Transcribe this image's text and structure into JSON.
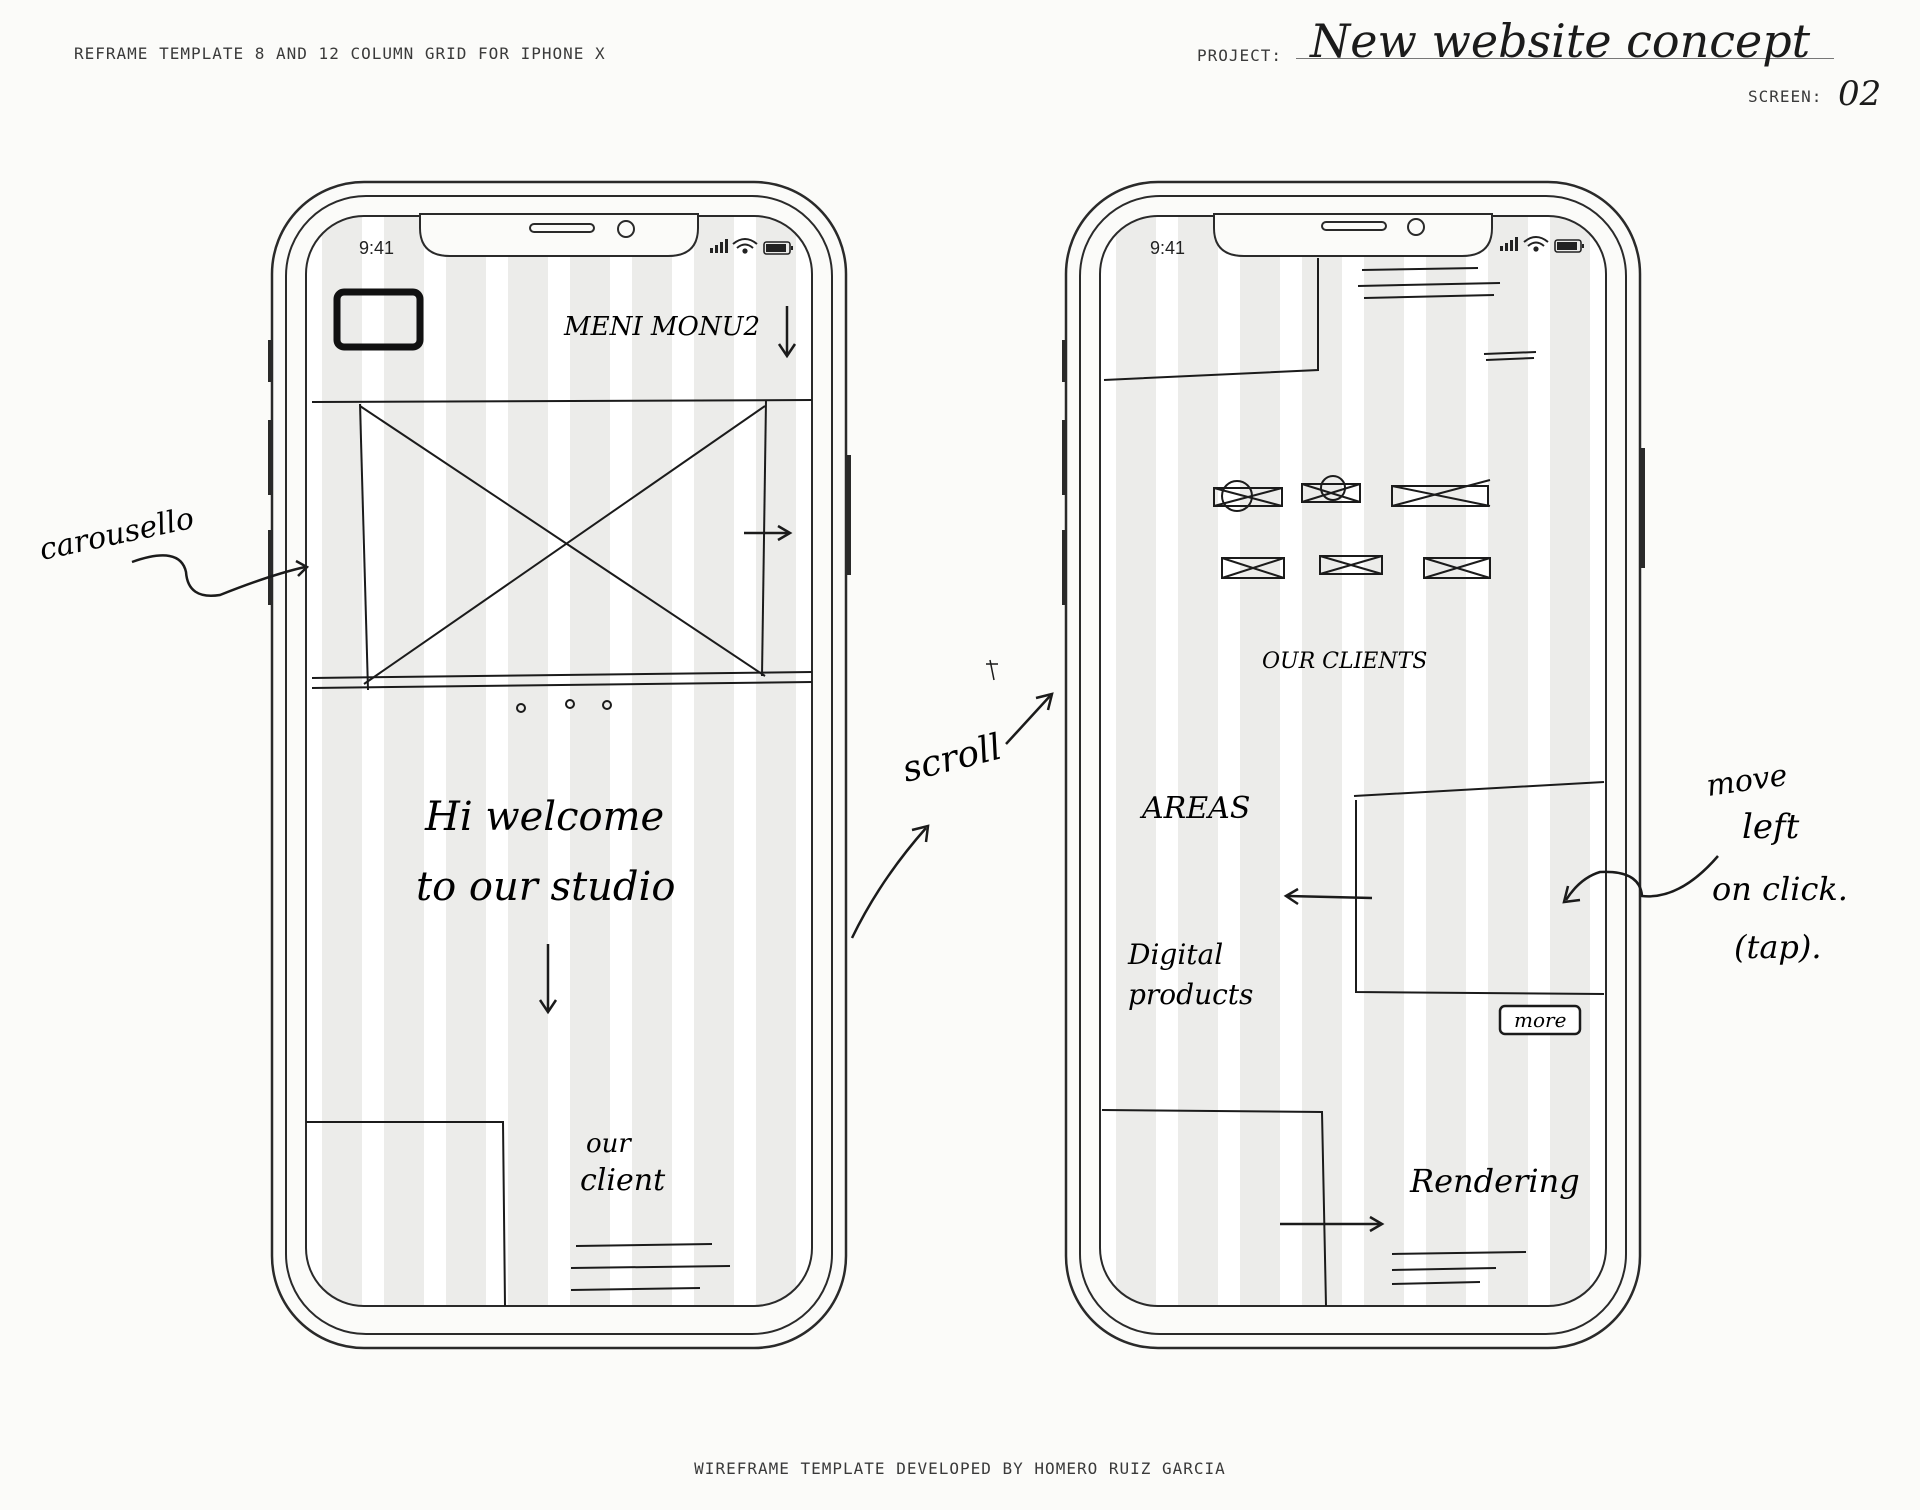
{
  "header": {
    "template_title": "REFRAME TEMPLATE 8 AND 12 COLUMN GRID FOR IPHONE X",
    "project_label": "PROJECT:",
    "project_value": "New website concept",
    "screen_label": "SCREEN:",
    "screen_value": "02"
  },
  "footer": {
    "credit": "WIREFRAME TEMPLATE DEVELOPED BY HOMERO RUIZ GARCIA"
  },
  "phone_left": {
    "status_time": "9:41",
    "menu_label": "MENI MONU2",
    "welcome_line_1": "Hi welcome",
    "welcome_line_2": "to our studio",
    "clients_line_1": "our",
    "clients_line_2": "client"
  },
  "phone_right": {
    "status_time": "9:41",
    "clients_label": "OUR CLIENTS",
    "areas_label": "AREAS",
    "digital_line_1": "Digital",
    "digital_line_2": "products",
    "more_button": "more",
    "rendering_label": "Rendering"
  },
  "annotations": {
    "carousel": "carousello",
    "scroll": "scroll",
    "move_line_1": "move",
    "move_line_2": "left",
    "move_line_3": "on click.",
    "move_line_4": "(tap)."
  },
  "colors": {
    "ink": "#1b1b1b",
    "paper": "#fbfbf9",
    "grid_column": "#ececea",
    "outline": "#2a2a2a"
  }
}
